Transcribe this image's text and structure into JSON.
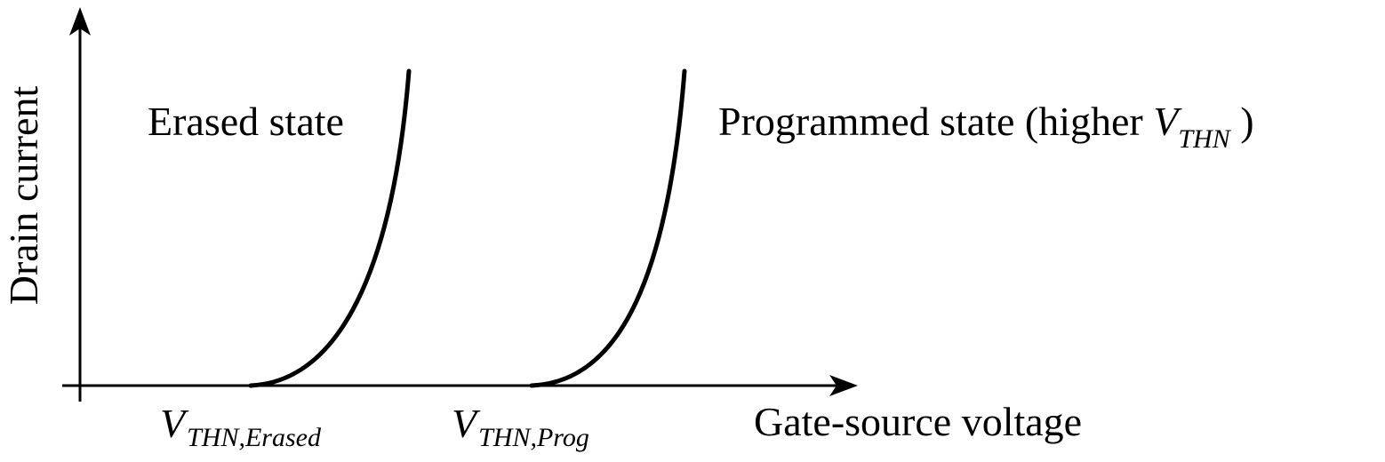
{
  "diagram": {
    "y_axis_label": "Drain current",
    "x_axis_label": "Gate-source voltage",
    "curves": {
      "erased": {
        "label": "Erased state"
      },
      "programmed": {
        "label_prefix": "Programmed state (higher ",
        "label_var": "V",
        "label_sub": "THN",
        "label_suffix": " )"
      }
    },
    "thresholds": {
      "erased": {
        "var": "V",
        "sub": "THN,Erased"
      },
      "programmed": {
        "var": "V",
        "sub": "THN,Prog"
      }
    },
    "colors": {
      "ink": "#000000",
      "background": "#ffffff"
    }
  }
}
